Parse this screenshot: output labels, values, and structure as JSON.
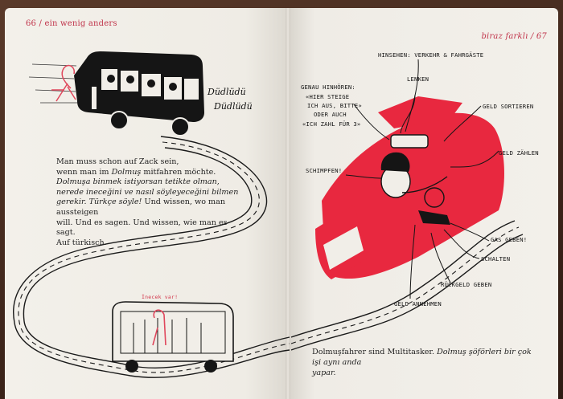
{
  "left_page": {
    "running_head": "66 / ein wenig anders",
    "sounds": [
      "Düdlüdü",
      "Düdlüdü"
    ],
    "bus_shout": "İnecek var!",
    "paragraph_de_1": "Man muss schon auf Zack sein,",
    "paragraph_de_2": "wenn man im",
    "paragraph_de_2_em": "Dolmuş",
    "paragraph_de_2_rest": "mitfahren möchte.",
    "paragraph_tr_1": "Dolmuşa binmek istiyorsan tetikte olman,",
    "paragraph_tr_2": "nerede ineceğini ve nasıl söyleyeceğini bilmen",
    "paragraph_tr_3": "gerekir.",
    "paragraph_tr_3_em": "Türkçe söyle!",
    "paragraph_tr_3_rest": "Und wissen, wo man aussteigen",
    "paragraph_de_4": "will. Und es sagen. Und wissen, wie man es sagt.",
    "paragraph_de_5": "Auf türkisch."
  },
  "right_page": {
    "running_head": "biraz farklı / 67",
    "labels": {
      "hinsehen": "HINSEHEN: VERKEHR & FAHRGÄSTE",
      "genau_1": "GENAU HINHÖREN:",
      "genau_2": "«HIER STEIGE",
      "genau_3": "ICH AUS, BITTE»",
      "genau_4": "ODER AUCH",
      "genau_5": "«ICH ZAHL FÜR 3»",
      "lenken": "LENKEN",
      "geld_sortieren": "GELD SORTIEREN",
      "geld_zaehlen": "GELD ZÄHLEN",
      "schimpfen": "SCHIMPFEN!",
      "gas_geben": "GAS GEBEN!",
      "schalten": "SCHALTEN",
      "rueckgeld": "RÜCKGELD GEBEN",
      "geld_annehmen": "GELD ANNEHMEN"
    },
    "caption_de": "Dolmuşfahrer sind Multitasker.",
    "caption_tr_1": "Dolmuş şöförleri bir çok işi aynı anda",
    "caption_tr_2": "yapar."
  },
  "colors": {
    "accent_red": "#e8283f",
    "ink": "#141414",
    "paper": "#f1eee8",
    "running_head": "#c0334a"
  }
}
